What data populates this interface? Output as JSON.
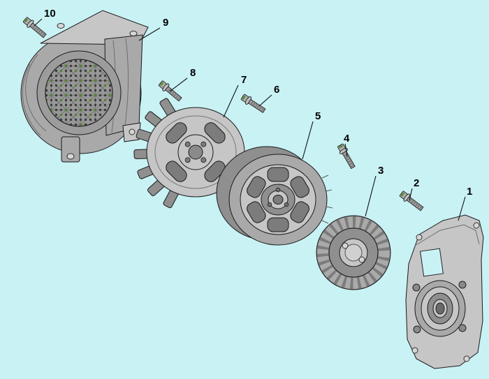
{
  "diagram": {
    "type": "exploded-parts-diagram",
    "background_color": "#c9f2f5",
    "line_color": "#1a1a1a",
    "part_color_light": "#c6c6c6",
    "part_color_mid": "#a9a9a9",
    "part_color_dark": "#7c7c7c",
    "mesh_dot_green": "#55822e",
    "callouts": {
      "c1": {
        "label": "1",
        "part": "rear-plate"
      },
      "c2": {
        "label": "2",
        "part": "flange-bolt"
      },
      "c3": {
        "label": "3",
        "part": "stator"
      },
      "c4": {
        "label": "4",
        "part": "flange-bolt"
      },
      "c5": {
        "label": "5",
        "part": "flywheel-rotor"
      },
      "c6": {
        "label": "6",
        "part": "flange-bolt"
      },
      "c7": {
        "label": "7",
        "part": "cooling-fan"
      },
      "c8": {
        "label": "8",
        "part": "flange-bolt"
      },
      "c9": {
        "label": "9",
        "part": "fan-cover"
      },
      "c10": {
        "label": "10",
        "part": "flange-bolt"
      }
    }
  }
}
